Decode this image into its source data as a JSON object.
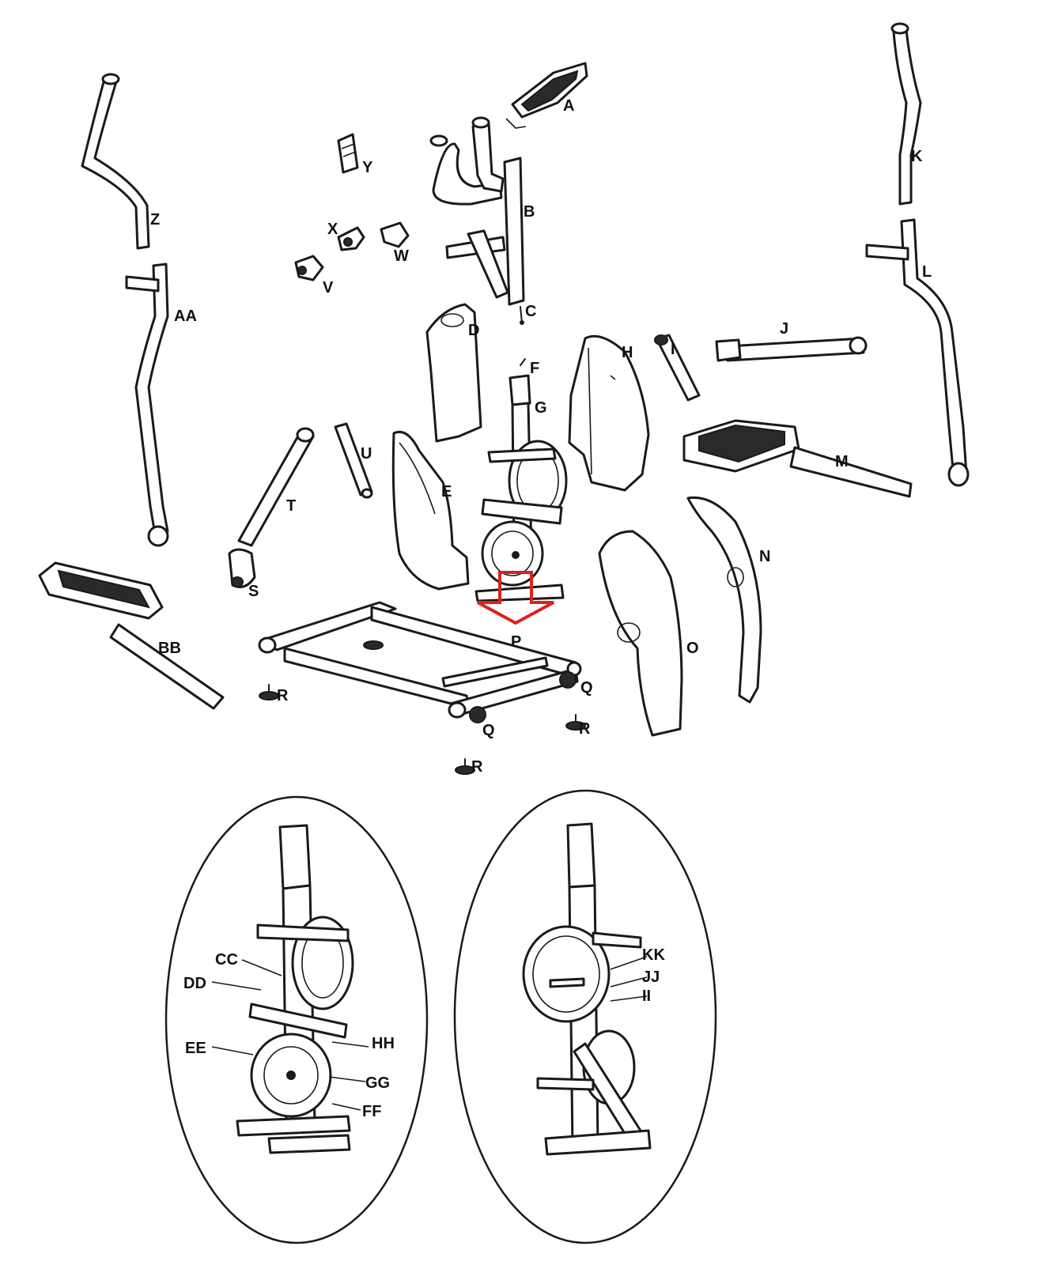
{
  "diagram": {
    "highlight_color": "#d9231f",
    "line_color": "#1a1a1a",
    "labels": {
      "A": "A",
      "B": "B",
      "C": "C",
      "D": "D",
      "E": "E",
      "F": "F",
      "G": "G",
      "H": "H",
      "I": "I",
      "J": "J",
      "K": "K",
      "L": "L",
      "M": "M",
      "N": "N",
      "O": "O",
      "P": "P",
      "Q1": "Q",
      "Q2": "Q",
      "R1": "R",
      "R2": "R",
      "R3": "R",
      "S": "S",
      "T": "T",
      "U": "U",
      "V": "V",
      "W": "W",
      "X": "X",
      "Y": "Y",
      "Z": "Z",
      "AA": "AA",
      "BB": "BB",
      "CC": "CC",
      "DD": "DD",
      "EE": "EE",
      "FF": "FF",
      "GG": "GG",
      "HH": "HH",
      "II": "II",
      "JJ": "JJ",
      "KK": "KK"
    }
  }
}
